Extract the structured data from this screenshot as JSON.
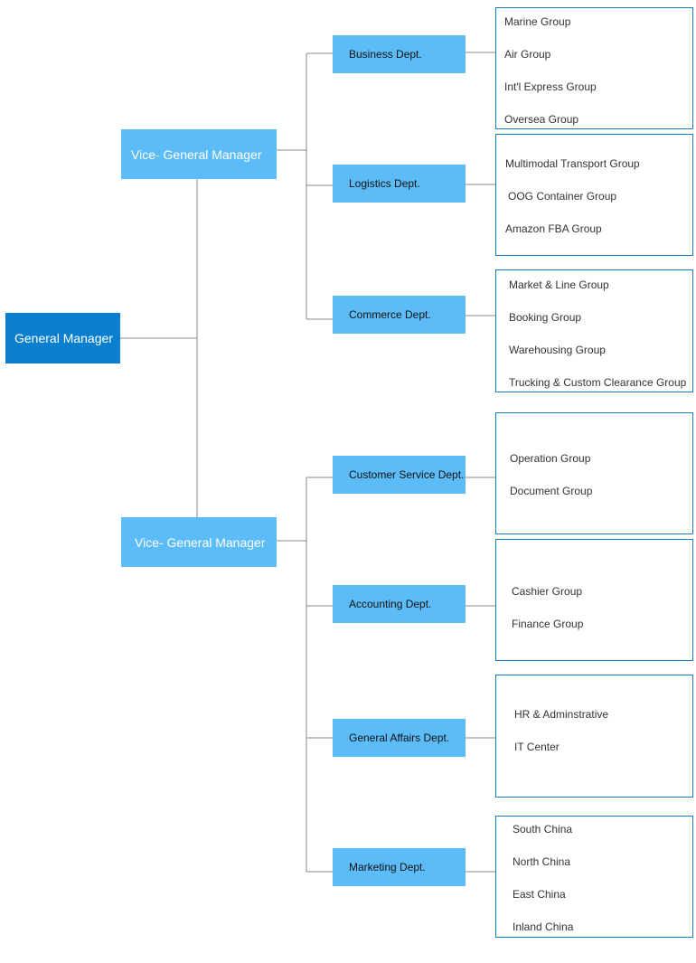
{
  "general_manager": "General Manager",
  "vice_managers": [
    {
      "label": "Vice- General Manager",
      "departments": [
        {
          "label": "Business Dept.",
          "groups": [
            "Marine Group",
            "Air Group",
            "Int'l Express Group",
            "Oversea Group"
          ]
        },
        {
          "label": "Logistics Dept.",
          "groups": [
            "Multimodal Transport Group",
            "OOG Container Group",
            "Amazon FBA Group"
          ]
        },
        {
          "label": "Commerce Dept.",
          "groups": [
            "Market & Line Group",
            "Booking Group",
            "Warehousing Group",
            "Trucking & Custom Clearance Group"
          ]
        }
      ]
    },
    {
      "label": "Vice- General Manager",
      "departments": [
        {
          "label": "Customer Service Dept.",
          "groups": [
            "Operation Group",
            "Document Group"
          ]
        },
        {
          "label": "Accounting Dept.",
          "groups": [
            "Cashier Group",
            "Finance Group"
          ]
        },
        {
          "label": "General Affairs Dept.",
          "groups": [
            "HR & Adminstrative",
            "IT Center"
          ]
        },
        {
          "label": "Marketing Dept.",
          "groups": [
            "South China",
            "North China",
            "East China",
            "Inland China"
          ]
        }
      ]
    }
  ],
  "colors": {
    "general_manager": "#0a7fd0",
    "vice": "#5bbcf8",
    "dept": "#5bbcf8",
    "group_border": "#1e7bc0",
    "line": "#888888"
  }
}
